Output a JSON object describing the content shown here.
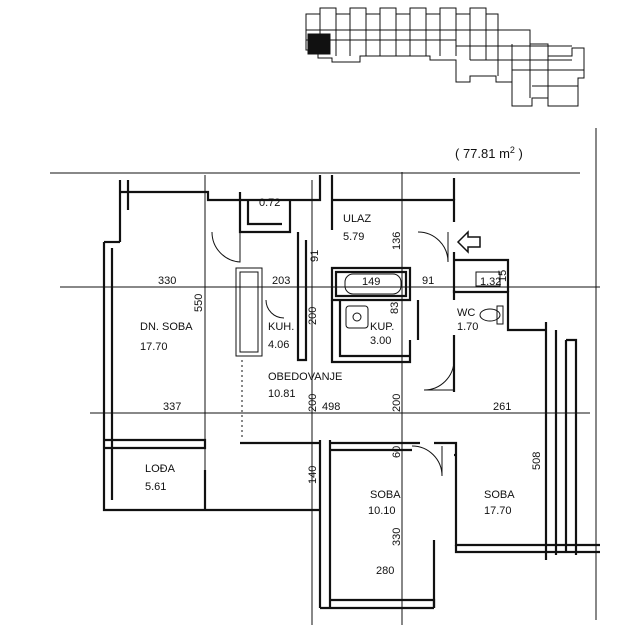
{
  "area_label": "( 77.81 m",
  "area_sup": "2",
  "area_close": " )",
  "rooms": {
    "ulaz": {
      "name": "ULAZ",
      "area": "5.79"
    },
    "dn_soba": {
      "name": "DN. SOBA",
      "area": "17.70"
    },
    "kuh": {
      "name": "KUH.",
      "area": "4.06"
    },
    "kup": {
      "name": "KUP.",
      "area": "3.00"
    },
    "wc": {
      "name": "WC",
      "area": "1.70"
    },
    "obedovanje": {
      "name": "OBEDOVANJE",
      "area": "10.81"
    },
    "loda": {
      "name": "LOĐA",
      "area": "5.61"
    },
    "soba1": {
      "name": "SOBA",
      "area": "10.10"
    },
    "soba2": {
      "name": "SOBA",
      "area": "17.70"
    },
    "storage": {
      "area": "0.72"
    },
    "small": {
      "area": "1.32"
    }
  },
  "dims": {
    "d330": "330",
    "d550": "550",
    "d203": "203",
    "d91a": "91",
    "d136": "136",
    "d149": "149",
    "d91b": "91",
    "d15": "15",
    "d200a": "200",
    "d83": "83",
    "d337": "337",
    "d200b": "200",
    "d498": "498",
    "d200c": "200",
    "d261": "261",
    "d60": "60",
    "d140": "140",
    "d508": "508",
    "d330b": "330",
    "d280": "280"
  }
}
